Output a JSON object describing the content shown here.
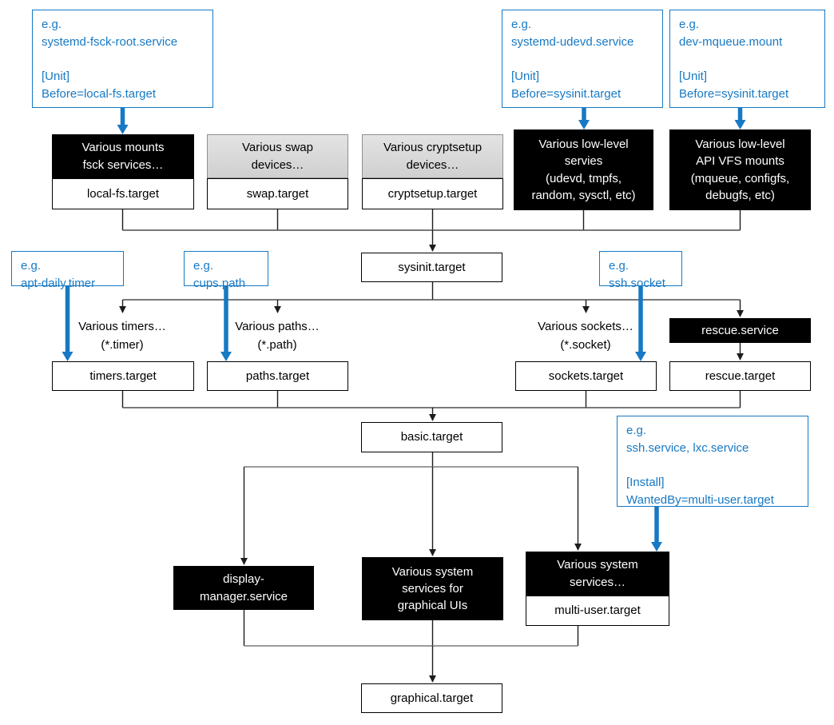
{
  "colors": {
    "accent_blue": "#1779c4",
    "node_black": "#000000",
    "node_gray_header": "#d9d9d9",
    "connector_dark": "#1c1c1c",
    "connector_gray": "#7a7a7a"
  },
  "annotations": {
    "fsck_root": {
      "text": "e.g.\nsystemd-fsck-root.service\n\n[Unit]\nBefore=local-fs.target"
    },
    "udevd": {
      "text": "e.g.\nsystemd-udevd.service\n\n[Unit]\nBefore=sysinit.target"
    },
    "mqueue": {
      "text": "e.g.\ndev-mqueue.mount\n\n[Unit]\nBefore=sysinit.target"
    },
    "apt_daily_timer": {
      "text": "e.g.\napt-daily.timer"
    },
    "cups_path": {
      "text": "e.g.\ncups.path"
    },
    "ssh_socket": {
      "text": "e.g.\nssh.socket"
    },
    "ssh_install": {
      "text": "e.g.\nssh.service, lxc.service\n\n[Install]\nWantedBy=multi-user.target"
    }
  },
  "nodes": {
    "mounts_header": "Various mounts\nfsck services…",
    "local_fs_target": "local-fs.target",
    "swap_header": "Various swap\ndevices…",
    "swap_target": "swap.target",
    "cryptsetup_header": "Various cryptsetup\ndevices…",
    "cryptsetup_target": "cryptsetup.target",
    "low_level_services": "Various low-level\nservies\n(udevd, tmpfs,\nrandom, sysctl, etc)",
    "api_vfs_mounts": "Various low-level\nAPI VFS mounts\n(mqueue, configfs,\ndebugfs, etc)",
    "sysinit_target": "sysinit.target",
    "timers_target": "timers.target",
    "paths_target": "paths.target",
    "sockets_target": "sockets.target",
    "rescue_service": "rescue.service",
    "rescue_target": "rescue.target",
    "basic_target": "basic.target",
    "display_manager_service": "display-\nmanager.service",
    "graphical_ui_services": "Various system\nservices for\ngraphical UIs",
    "multi_user_header": "Various system\nservices…",
    "multi_user_target": "multi-user.target",
    "graphical_target": "graphical.target"
  },
  "labels": {
    "various_timers": "Various timers…\n(*.timer)",
    "various_paths": "Various paths…\n(*.path)",
    "various_sockets": "Various sockets…\n(*.socket)"
  }
}
